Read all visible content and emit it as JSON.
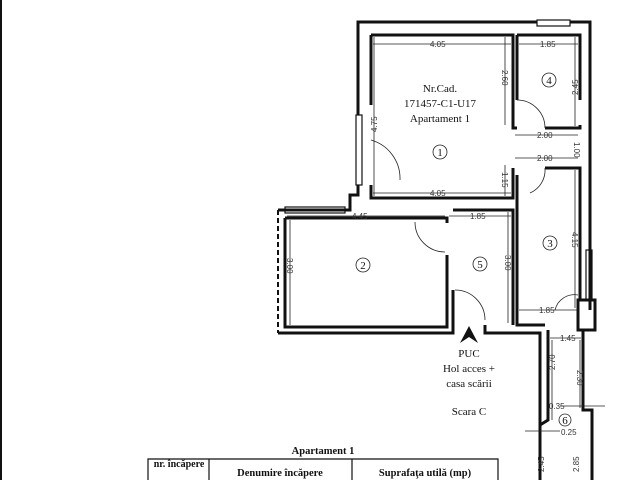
{
  "plan": {
    "cadastral_label": "Nr.Cad.",
    "cadastral_number": "171457-C1-U17",
    "apartment_label": "Apartament 1",
    "common_area_code": "PUC",
    "common_area_line1": "Hol acces +",
    "common_area_line2": "casa scării",
    "staircase": "Scara C",
    "rooms": [
      "1",
      "2",
      "3",
      "4",
      "5",
      "6"
    ],
    "dimensions": {
      "r1_top": "4.05",
      "r1_bottom": "4.05",
      "r1_left": "4.75",
      "r1_right_upper": "2.60",
      "r1_right_lower": "1.15",
      "r4_top": "1.85",
      "r4_right": "2.45",
      "corridor_upper": "2.00",
      "corridor_lower": "2.00",
      "corridor_height": "1.00",
      "r2_top": "4.45",
      "r2_left": "3.00",
      "r5_top": "1.85",
      "r5_right": "3.00",
      "r3_right": "4.15",
      "r3_bottom": "1.85",
      "r6_top": "1.45",
      "r6_left": "2.70",
      "r6_right": "2.30",
      "r6_step1": "0.35",
      "r6_step2": "0.25",
      "r6_lower_left": "2.45",
      "r6_lower_right": "2.85"
    }
  },
  "table": {
    "title": "Apartament 1",
    "headers": [
      "nr. încăpere",
      "Denumire încăpere",
      "Suprafaţa utilă (mp)"
    ]
  }
}
